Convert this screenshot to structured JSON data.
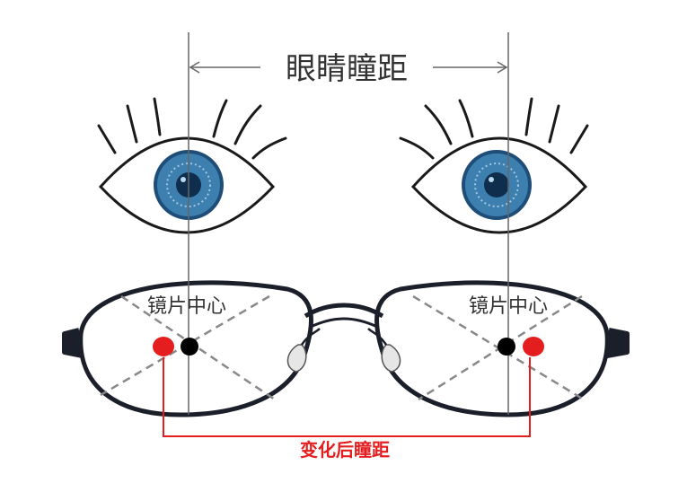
{
  "labels": {
    "eye_distance": "眼睛瞳距",
    "lens_center_left": "镜片中心",
    "lens_center_right": "镜片中心",
    "changed_distance": "变化后瞳距"
  },
  "colors": {
    "background": "#ffffff",
    "frame": "#1a1f2a",
    "guide_line": "#666666",
    "dash_line": "#888888",
    "iris": "#3d7fae",
    "iris_ring": "#1e4d78",
    "pupil": "#0f2d4c",
    "marker_red": "#e41e1e",
    "marker_black": "#000000",
    "red_text": "#e41e1e"
  }
}
